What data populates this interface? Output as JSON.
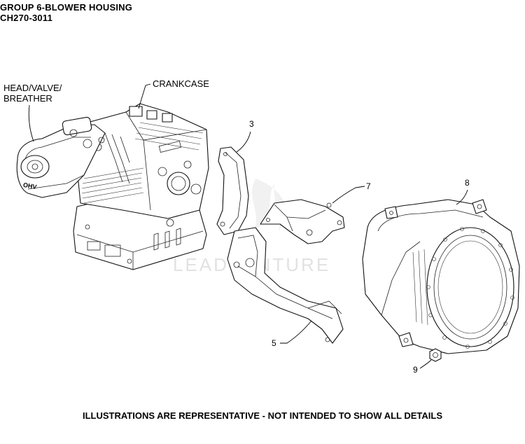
{
  "header": {
    "title": "GROUP 6-BLOWER HOUSING",
    "model": "CH270-3011"
  },
  "labels": {
    "head_valve_1": "HEAD/VALVE/",
    "head_valve_2": "BREATHER",
    "crankcase": "CRANKCASE",
    "engine_mark": "OHV"
  },
  "callouts": {
    "c3": "3",
    "c5": "5",
    "c7": "7",
    "c8": "8",
    "c9": "9"
  },
  "watermark": "LEADVENTURE",
  "footer": "ILLUSTRATIONS ARE REPRESENTATIVE - NOT INTENDED TO SHOW ALL DETAILS"
}
